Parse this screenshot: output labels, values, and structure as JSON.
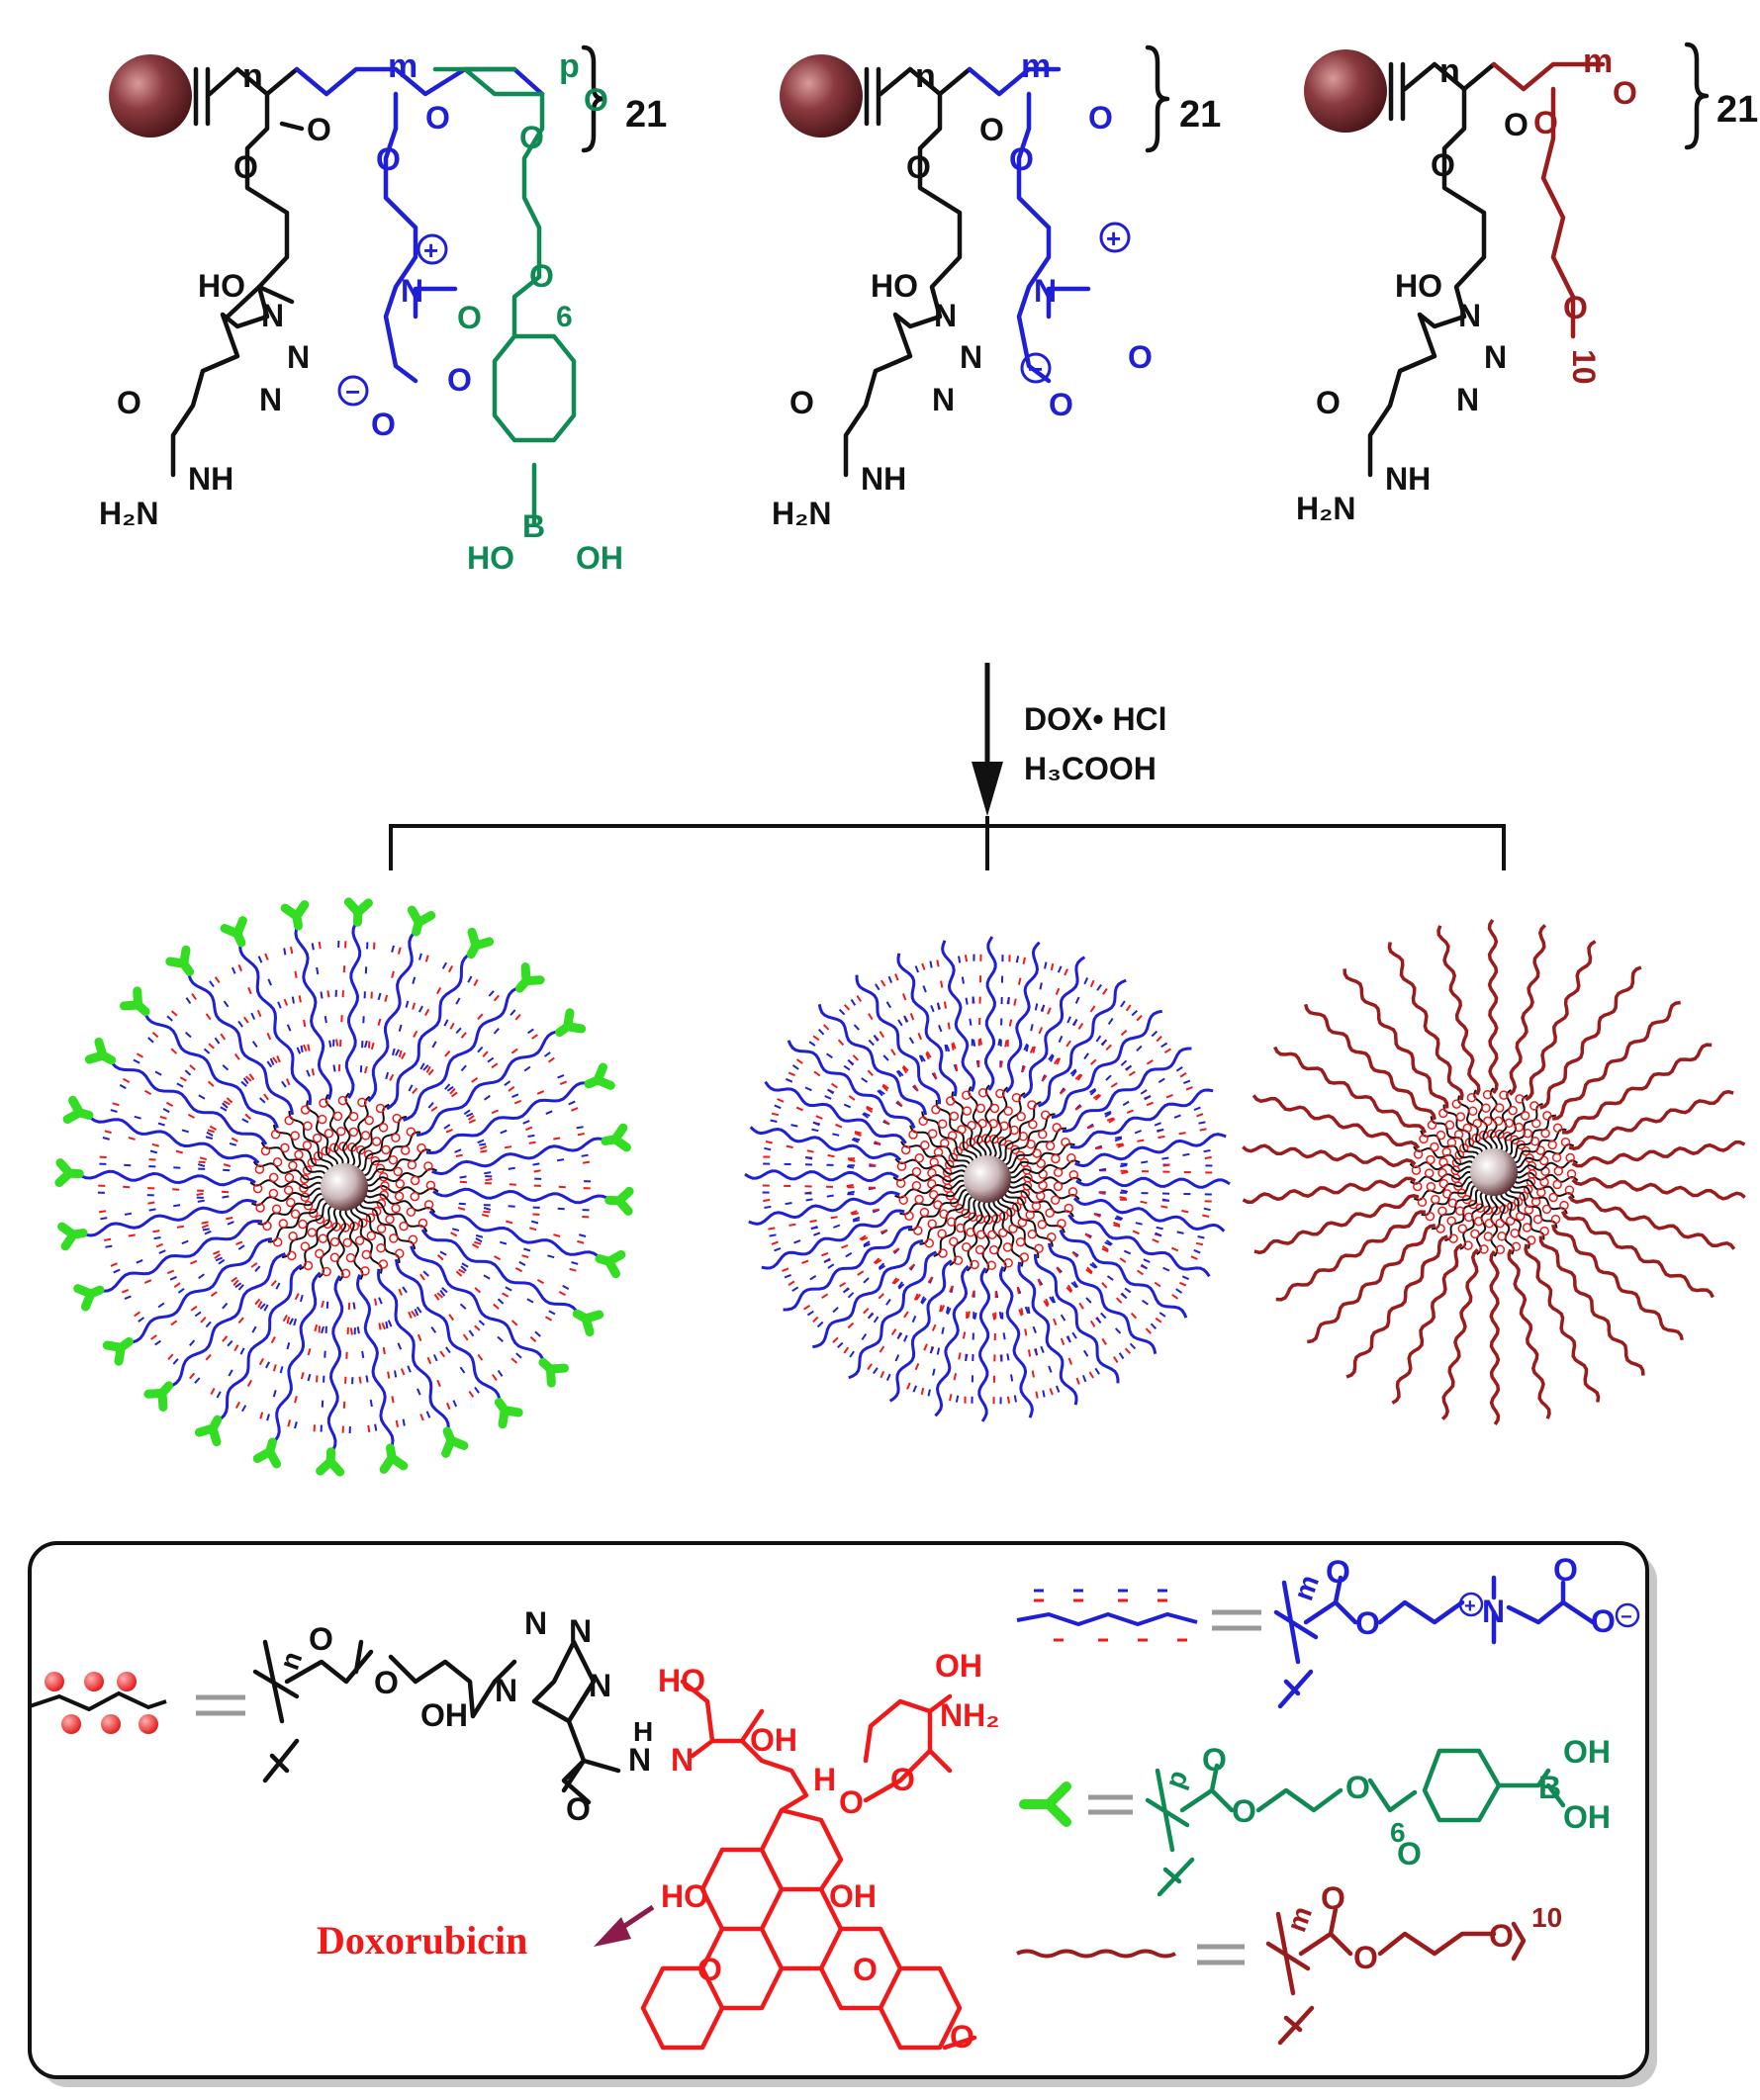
{
  "colors": {
    "black": "#111111",
    "blue": "#1f1fd6",
    "teal": "#0f8a55",
    "darkred": "#9a1c1c",
    "red": "#f01818",
    "green": "#33dd22",
    "core": "#7a2f33",
    "arrow": "#8a1b4a"
  },
  "structures": {
    "left": {
      "sub_n": "n",
      "sub_m": "m",
      "sub_p": "p",
      "repeat": "21",
      "o_ester_1": "O",
      "o_link_1": "O",
      "ho": "HO",
      "n_tri_1": "N",
      "n_tri_2": "N",
      "n_tri_3": "N",
      "o_amide": "O",
      "nh": "NH",
      "h2n": "H₂N",
      "o_ester_2": "O",
      "o_link_2": "O",
      "quat_n": "N",
      "plus": "+",
      "minus": "−",
      "o_carb_1": "O",
      "o_carb_2": "O",
      "o_ester_3": "O",
      "o_link_3": "O",
      "o_ether": "O",
      "six": "6",
      "o_keto": "O",
      "boron": "B",
      "ho_b": "HO",
      "oh_b": "OH"
    },
    "middle": {
      "sub_n": "n",
      "sub_m": "m",
      "repeat": "21",
      "o_ester_1": "O",
      "o_link_1": "O",
      "ho": "HO",
      "n_tri_1": "N",
      "n_tri_2": "N",
      "n_tri_3": "N",
      "o_amide": "O",
      "nh": "NH",
      "h2n": "H₂N",
      "o_ester_2": "O",
      "o_link_2": "O",
      "quat_n": "N",
      "plus": "+",
      "minus": "−",
      "o_carb_1": "O",
      "o_carb_2": "O"
    },
    "right": {
      "sub_n": "n",
      "sub_m": "m",
      "repeat": "21",
      "o_ester_1": "O",
      "o_link_1": "O",
      "ho": "HO",
      "n_tri_1": "N",
      "n_tri_2": "N",
      "n_tri_3": "N",
      "o_amide": "O",
      "nh": "NH",
      "h2n": "H₂N",
      "o_ester_2": "O",
      "o_link_2": "O",
      "o_peg": "O",
      "ten": "10"
    }
  },
  "reaction": {
    "reagent_1": "DOX• HCl",
    "reagent_2": "H₃COOH"
  },
  "legend": {
    "hydrazone": {
      "sub_n": "n",
      "o1": "O",
      "o2": "O",
      "oh": "OH",
      "n1": "N",
      "n2": "N",
      "n3": "N",
      "n4": "N",
      "h": "H",
      "n_hyd": "N",
      "o_amide": "O",
      "n_imine": "N",
      "ho_top": "HO",
      "oh_mid": "OH",
      "h_stereo": "H",
      "oh_sugar": "OH",
      "nh2": "NH₂",
      "o_glyco": "O",
      "o_ring": "O",
      "ho_ring": "HO",
      "oh_ring": "OH",
      "o_q1": "O",
      "o_q2": "O",
      "o_meth": "O"
    },
    "zwitterion": {
      "sub_m": "m",
      "o1": "O",
      "o2": "O",
      "n": "N",
      "plus": "+",
      "o3": "O",
      "o4": "O",
      "minus": "−"
    },
    "boronic": {
      "sub_p": "p",
      "o1": "O",
      "o2": "O",
      "o3": "O",
      "six": "6",
      "o4": "O",
      "b": "B",
      "oh1": "OH",
      "oh2": "OH"
    },
    "peg": {
      "sub_m": "m",
      "o1": "O",
      "o2": "O",
      "o3": "O",
      "ten": "10"
    },
    "doxorubicin": "Doxorubicin"
  }
}
